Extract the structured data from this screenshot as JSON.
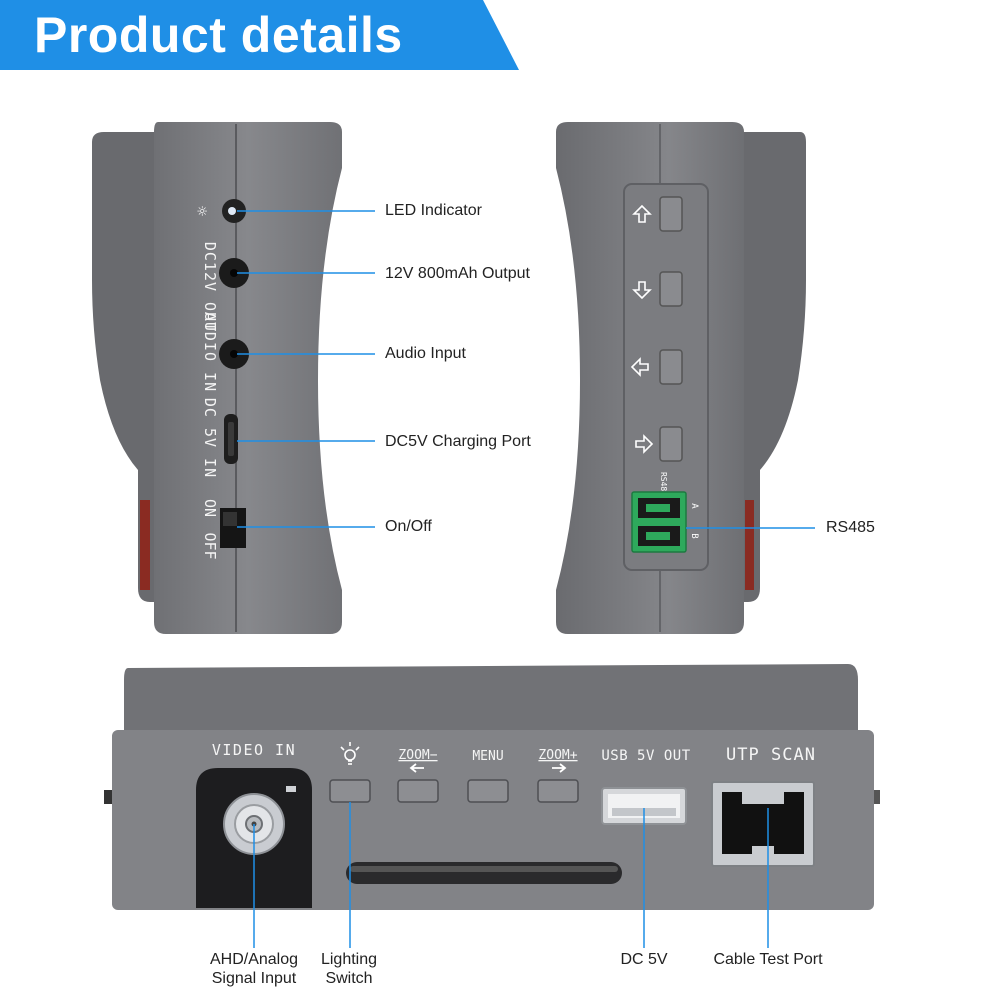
{
  "title": "Product details",
  "colors": {
    "accent": "#1f8fe6",
    "body": "#7d7e82",
    "body_dark": "#626367",
    "terminal": "#2ea95c"
  },
  "left_panel": {
    "port_labels": {
      "led_glyph": "☼",
      "dc12v_out": "DC12V OUT",
      "audio_in": "AUDIO IN",
      "dc5v_in": "DC 5V IN",
      "on": "ON",
      "off": "OFF"
    },
    "callouts": {
      "led": "LED Indicator",
      "output": "12V 800mAh Output",
      "audio": "Audio Input",
      "charging": "DC5V Charging Port",
      "power": "On/Off"
    }
  },
  "right_panel": {
    "button_icons": [
      "arrow-up-icon",
      "arrow-down-icon",
      "arrow-left-icon",
      "arrow-right-icon"
    ],
    "terminal_pins": "RS485",
    "terminal_a": "A",
    "terminal_b": "B",
    "callout": "RS485"
  },
  "bottom_panel": {
    "labels": {
      "video_in": "VIDEO IN",
      "zoom_minus": "ZOOM−",
      "menu": "MENU",
      "zoom_plus": "ZOOM+",
      "usb": "USB 5V OUT",
      "utp": "UTP SCAN"
    },
    "callouts": {
      "signal_line1": "AHD/Analog",
      "signal_line2": "Signal Input",
      "light_line1": "Lighting",
      "light_line2": "Switch",
      "dc5v": "DC 5V",
      "cable": "Cable Test Port"
    }
  }
}
